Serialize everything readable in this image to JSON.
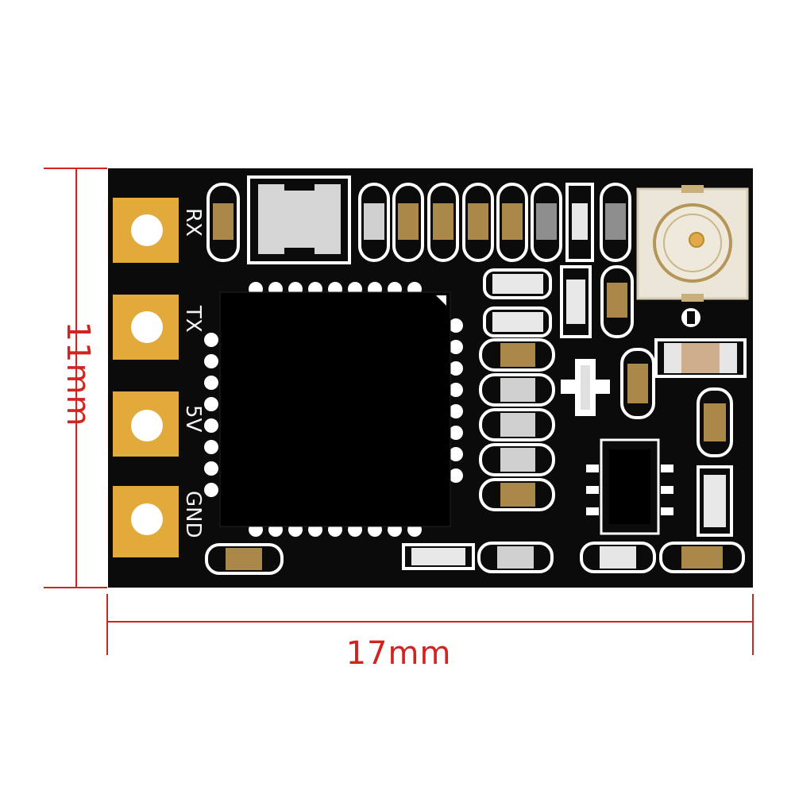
{
  "dimensions": {
    "width_label": "17mm",
    "height_label": "11mm"
  },
  "pads": [
    {
      "label": "RX"
    },
    {
      "label": "TX"
    },
    {
      "label": "5V"
    },
    {
      "label": "GND"
    }
  ],
  "colors": {
    "board": "#0b0b0b",
    "pad_gold": "#e2a93b",
    "dimension_red": "#d2231f",
    "silkscreen": "#f4f4f4",
    "cap_brown": "#a9884a",
    "resistor_grey": "#d0d0d0",
    "connector": "#ece6d8"
  }
}
